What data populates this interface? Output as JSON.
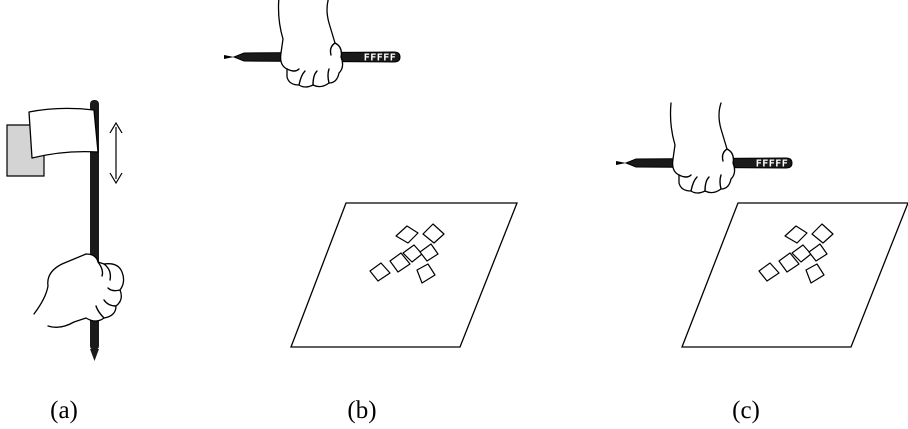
{
  "panels": [
    {
      "id": "a",
      "label": "(a)"
    },
    {
      "id": "b",
      "label": "(b)"
    },
    {
      "id": "c",
      "label": "(c)"
    }
  ],
  "stick_text": "FFFFF",
  "colors": {
    "ink": "#000000",
    "flag_back": "#d4d4d4",
    "flag_front": "#ffffff",
    "stick": "#1a1a1a",
    "stick_text": "#ffffff"
  }
}
